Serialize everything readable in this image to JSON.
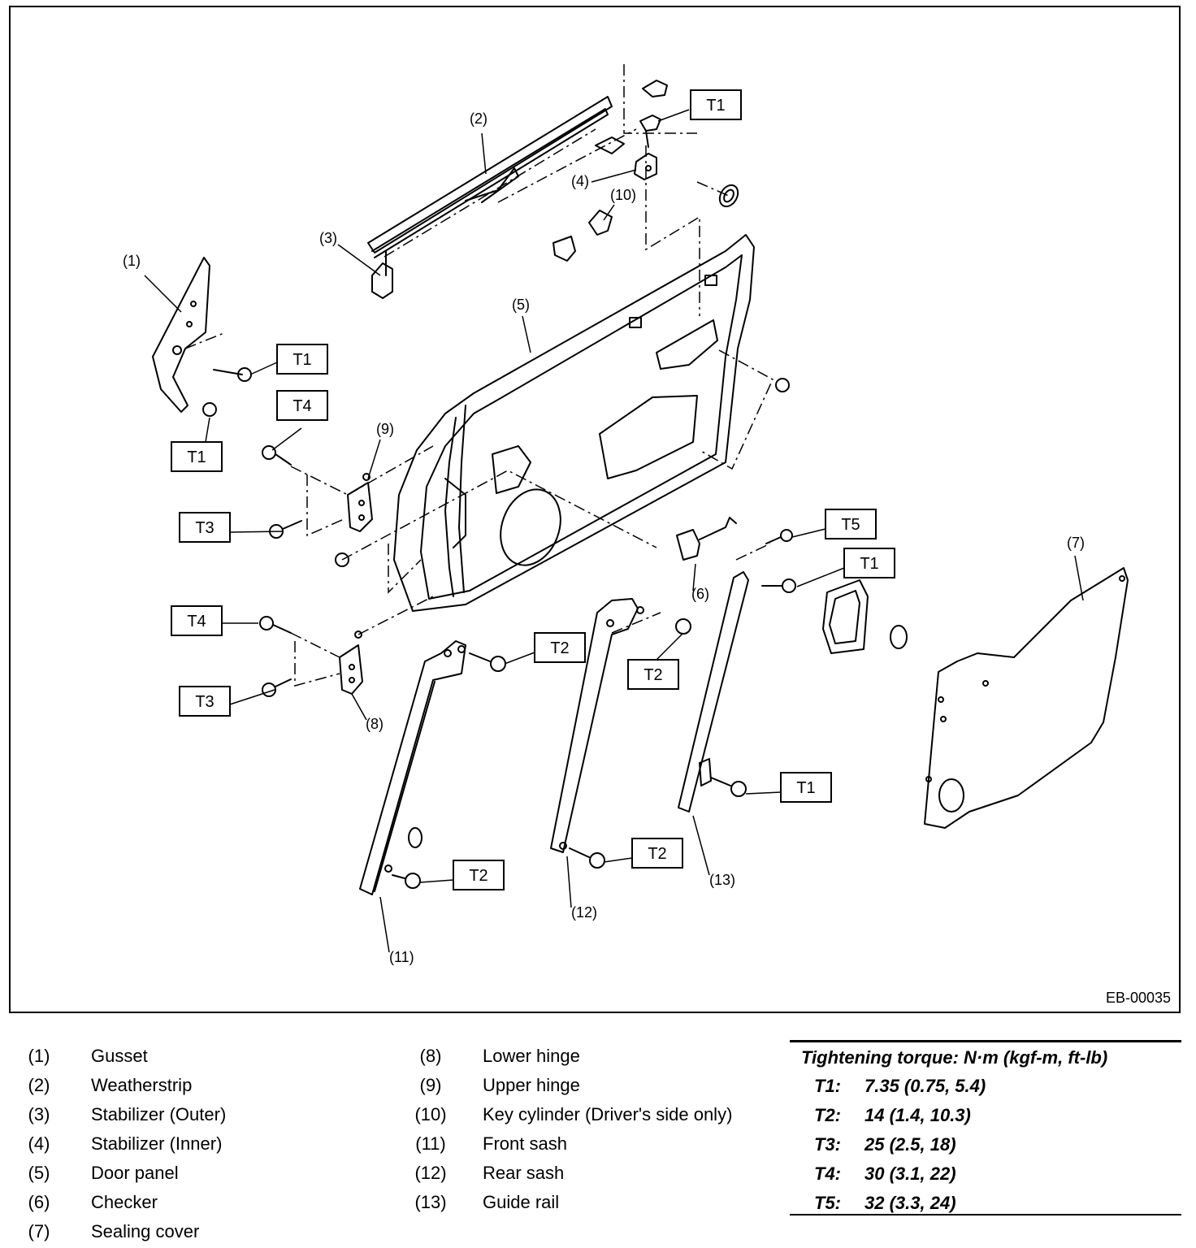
{
  "figure_id": "EB-00035",
  "callouts": [
    {
      "id": "c1",
      "text": "(1)"
    },
    {
      "id": "c2",
      "text": "(2)"
    },
    {
      "id": "c3",
      "text": "(3)"
    },
    {
      "id": "c4",
      "text": "(4)"
    },
    {
      "id": "c5",
      "text": "(5)"
    },
    {
      "id": "c6",
      "text": "(6)"
    },
    {
      "id": "c7",
      "text": "(7)"
    },
    {
      "id": "c8",
      "text": "(8)"
    },
    {
      "id": "c9",
      "text": "(9)"
    },
    {
      "id": "c10",
      "text": "(10)"
    },
    {
      "id": "c11",
      "text": "(11)"
    },
    {
      "id": "c12",
      "text": "(12)"
    },
    {
      "id": "c13",
      "text": "(13)"
    }
  ],
  "torque_tags": [
    {
      "id": "t1a",
      "text": "T1"
    },
    {
      "id": "t1b",
      "text": "T1"
    },
    {
      "id": "t1c",
      "text": "T1"
    },
    {
      "id": "t1d",
      "text": "T1"
    },
    {
      "id": "t1e",
      "text": "T1"
    },
    {
      "id": "t2a",
      "text": "T2"
    },
    {
      "id": "t2b",
      "text": "T2"
    },
    {
      "id": "t2c",
      "text": "T2"
    },
    {
      "id": "t2d",
      "text": "T2"
    },
    {
      "id": "t3a",
      "text": "T3"
    },
    {
      "id": "t3b",
      "text": "T3"
    },
    {
      "id": "t4a",
      "text": "T4"
    },
    {
      "id": "t4b",
      "text": "T4"
    },
    {
      "id": "t5a",
      "text": "T5"
    }
  ],
  "legend_left": [
    {
      "num": "(1)",
      "name": "Gusset"
    },
    {
      "num": "(2)",
      "name": "Weatherstrip"
    },
    {
      "num": "(3)",
      "name": "Stabilizer (Outer)"
    },
    {
      "num": "(4)",
      "name": "Stabilizer (Inner)"
    },
    {
      "num": "(5)",
      "name": "Door panel"
    },
    {
      "num": "(6)",
      "name": "Checker"
    },
    {
      "num": "(7)",
      "name": "Sealing cover"
    }
  ],
  "legend_mid": [
    {
      "num": "(8)",
      "name": "Lower hinge"
    },
    {
      "num": "(9)",
      "name": "Upper hinge"
    },
    {
      "num": "(10)",
      "name": "Key cylinder (Driver's side only)"
    },
    {
      "num": "(11)",
      "name": "Front sash"
    },
    {
      "num": "(12)",
      "name": "Rear sash"
    },
    {
      "num": "(13)",
      "name": "Guide rail"
    }
  ],
  "torque": {
    "title": "Tightening torque: N·m (kgf-m, ft-lb)",
    "rows": [
      {
        "key": "T1:",
        "value": "7.35 (0.75, 5.4)"
      },
      {
        "key": "T2:",
        "value": "14 (1.4, 10.3)"
      },
      {
        "key": "T3:",
        "value": "25 (2.5, 18)"
      },
      {
        "key": "T4:",
        "value": "30 (3.1, 22)"
      },
      {
        "key": "T5:",
        "value": "32 (3.3, 24)"
      }
    ]
  }
}
